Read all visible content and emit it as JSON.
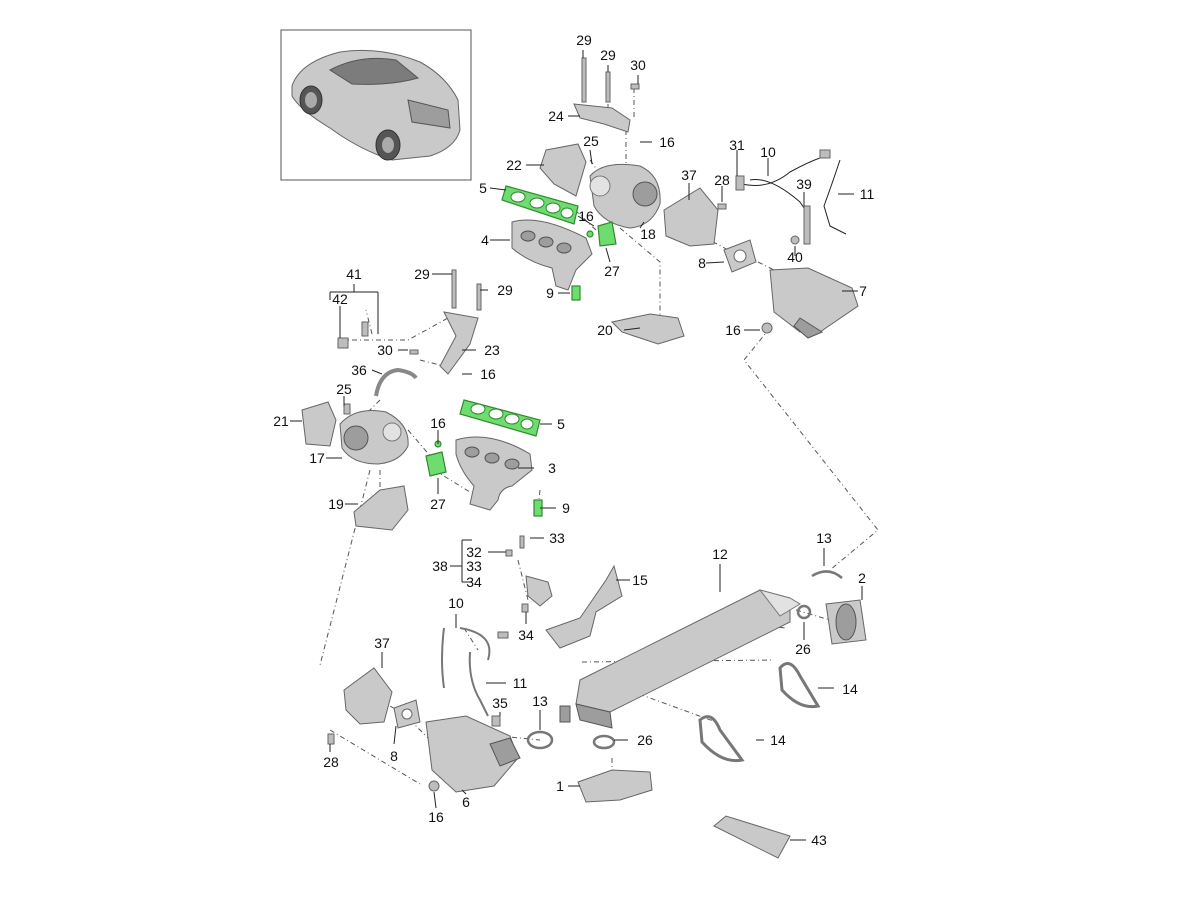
{
  "callouts": {
    "c1": "1",
    "c2": "2",
    "c3": "3",
    "c4": "4",
    "c5a": "5",
    "c5b": "5",
    "c6": "6",
    "c7": "7",
    "c8a": "8",
    "c8b": "8",
    "c9a": "9",
    "c9b": "9",
    "c10a": "10",
    "c10b": "10",
    "c11a": "11",
    "c11b": "11",
    "c12": "12",
    "c13a": "13",
    "c13b": "13",
    "c14a": "14",
    "c14b": "14",
    "c15": "15",
    "c16a": "16",
    "c16b": "16",
    "c16c": "16",
    "c16d": "16",
    "c16e": "16",
    "c16f": "16",
    "c17": "17",
    "c18": "18",
    "c19": "19",
    "c20": "20",
    "c21": "21",
    "c22": "22",
    "c23": "23",
    "c24": "24",
    "c25a": "25",
    "c25b": "25",
    "c26a": "26",
    "c26b": "26",
    "c27a": "27",
    "c27b": "27",
    "c28a": "28",
    "c28b": "28",
    "c29a": "29",
    "c29b": "29",
    "c29c": "29",
    "c29d": "29",
    "c30a": "30",
    "c30b": "30",
    "c31": "31",
    "c32": "32",
    "c33a": "33",
    "c33b": "33",
    "c34a": "34",
    "c34b": "34",
    "c35": "35",
    "c36": "36",
    "c37a": "37",
    "c37b": "37",
    "c38": "38",
    "c39": "39",
    "c40": "40",
    "c41": "41",
    "c42": "42",
    "c43": "43"
  },
  "colors": {
    "highlight": "#6fdc6f",
    "part": "#c9c9c9",
    "line": "#222222"
  }
}
